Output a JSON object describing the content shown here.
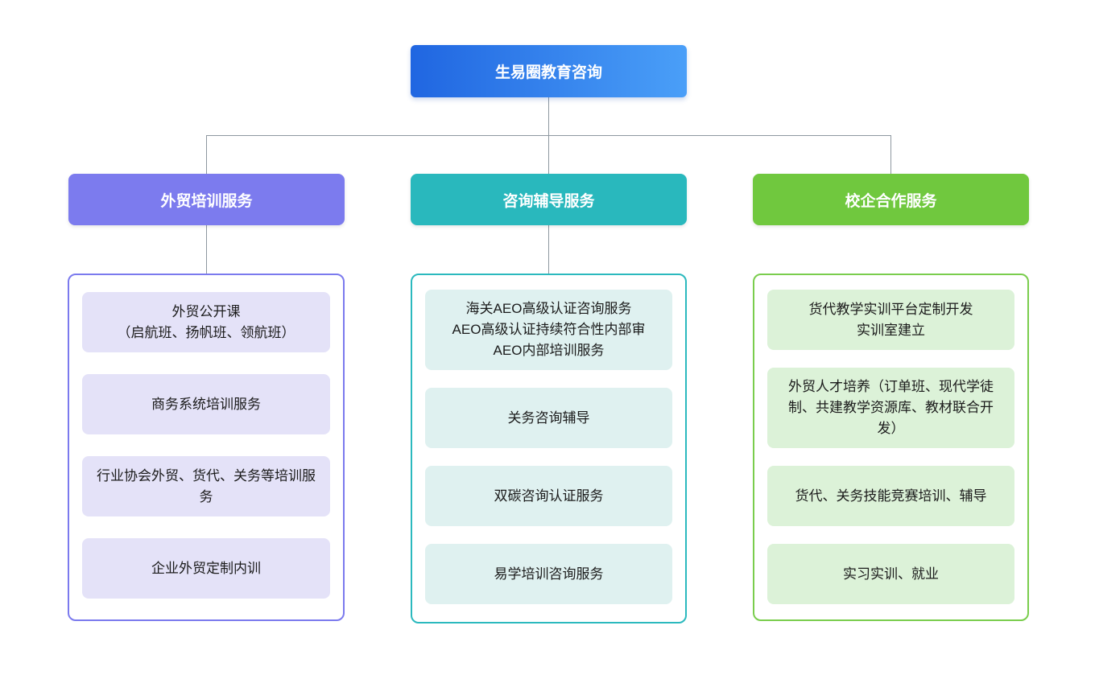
{
  "root": {
    "label": "生易圈教育咨询"
  },
  "branches": [
    {
      "label": "外贸培训服务",
      "items": [
        "外贸公开课\n（启航班、扬帆班、领航班）",
        "商务系统培训服务",
        "行业协会外贸、货代、关务等培训服务",
        "企业外贸定制内训"
      ]
    },
    {
      "label": "咨询辅导服务",
      "items": [
        "海关AEO高级认证咨询服务\nAEO高级认证持续符合性内部审\nAEO内部培训服务",
        "关务咨询辅导",
        "双碳咨询认证服务",
        "易学培训咨询服务"
      ]
    },
    {
      "label": "校企合作服务",
      "items": [
        "货代教学实训平台定制开发\n实训室建立",
        "外贸人才培养（订单班、现代学徒制、共建教学资源库、教材联合开发）",
        "货代、关务技能竞赛培训、辅导",
        "实习实训、就业"
      ]
    }
  ],
  "colors": {
    "root_gradient_start": "#2066E1",
    "root_gradient_end": "#4A9FF8",
    "branch_trade_training": "#7C7BEE",
    "branch_consulting": "#29B8BD",
    "branch_school_enterprise": "#70C83E",
    "panel_border_trade_training": "#7B7AEE",
    "panel_border_consulting": "#2BB9BE",
    "panel_border_school_enterprise": "#7ACD4D",
    "item_bg_trade_training": "#E4E2F8",
    "item_bg_consulting": "#DFF1F0",
    "item_bg_school_enterprise": "#DCF2D8",
    "connector": "#8E98A0"
  }
}
